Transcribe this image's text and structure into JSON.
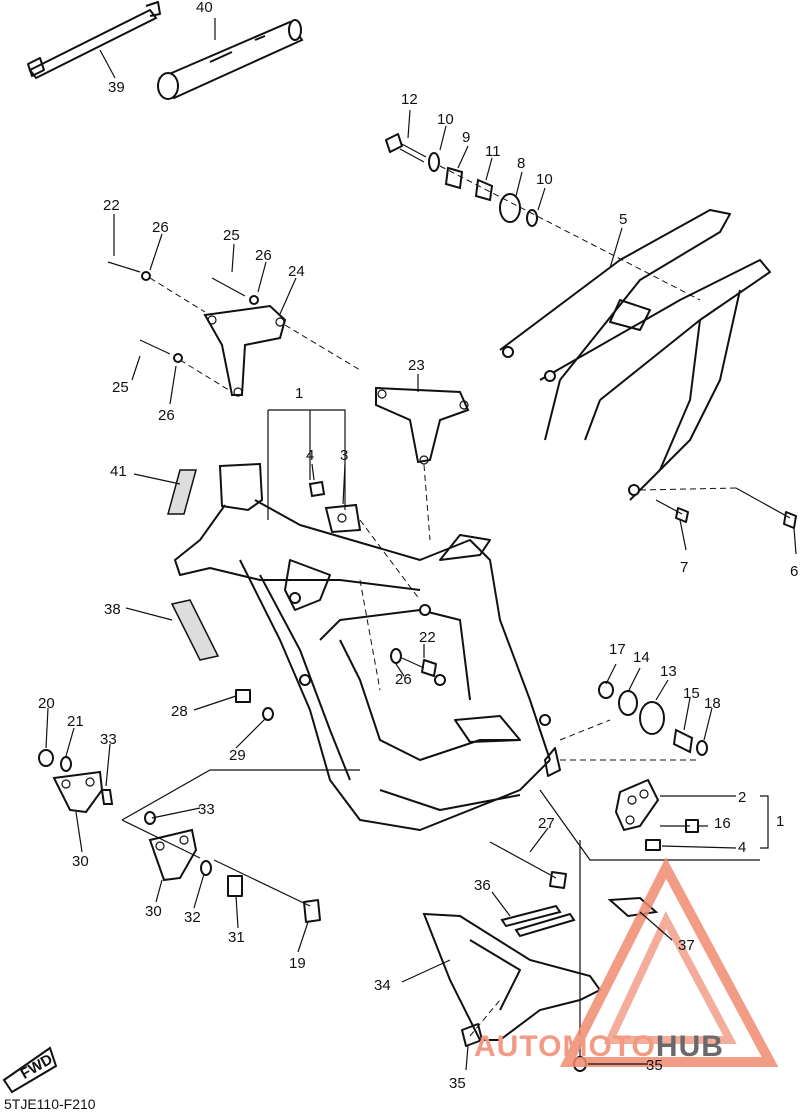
{
  "diagram_code": "5TJE110-F210",
  "fwd_label": "FWD",
  "watermark": {
    "part1": "AUTOMOTO",
    "part2": "HUB",
    "color_accent": "#e8452a",
    "color_dark": "#555555"
  },
  "callouts": [
    {
      "id": "c40",
      "text": "40"
    },
    {
      "id": "c39",
      "text": "39"
    },
    {
      "id": "c12",
      "text": "12"
    },
    {
      "id": "c10a",
      "text": "10"
    },
    {
      "id": "c9",
      "text": "9"
    },
    {
      "id": "c11",
      "text": "11"
    },
    {
      "id": "c8",
      "text": "8"
    },
    {
      "id": "c10b",
      "text": "10"
    },
    {
      "id": "c22a",
      "text": "22"
    },
    {
      "id": "c26a",
      "text": "26"
    },
    {
      "id": "c25a",
      "text": "25"
    },
    {
      "id": "c26b",
      "text": "26"
    },
    {
      "id": "c24",
      "text": "24"
    },
    {
      "id": "c5",
      "text": "5"
    },
    {
      "id": "c25b",
      "text": "25"
    },
    {
      "id": "c26c",
      "text": "26"
    },
    {
      "id": "c23",
      "text": "23"
    },
    {
      "id": "c1a",
      "text": "1"
    },
    {
      "id": "c4a",
      "text": "4"
    },
    {
      "id": "c3",
      "text": "3"
    },
    {
      "id": "c41",
      "text": "41"
    },
    {
      "id": "c7",
      "text": "7"
    },
    {
      "id": "c6",
      "text": "6"
    },
    {
      "id": "c38",
      "text": "38"
    },
    {
      "id": "c22b",
      "text": "22"
    },
    {
      "id": "c26d",
      "text": "26"
    },
    {
      "id": "c17",
      "text": "17"
    },
    {
      "id": "c14",
      "text": "14"
    },
    {
      "id": "c13",
      "text": "13"
    },
    {
      "id": "c15",
      "text": "15"
    },
    {
      "id": "c18",
      "text": "18"
    },
    {
      "id": "c20",
      "text": "20"
    },
    {
      "id": "c21",
      "text": "21"
    },
    {
      "id": "c33a",
      "text": "33"
    },
    {
      "id": "c28",
      "text": "28"
    },
    {
      "id": "c29",
      "text": "29"
    },
    {
      "id": "c2",
      "text": "2"
    },
    {
      "id": "c1b",
      "text": "1"
    },
    {
      "id": "c16",
      "text": "16"
    },
    {
      "id": "c4b",
      "text": "4"
    },
    {
      "id": "c33b",
      "text": "33"
    },
    {
      "id": "c30a",
      "text": "30"
    },
    {
      "id": "c27",
      "text": "27"
    },
    {
      "id": "c30b",
      "text": "30"
    },
    {
      "id": "c32",
      "text": "32"
    },
    {
      "id": "c31",
      "text": "31"
    },
    {
      "id": "c19",
      "text": "19"
    },
    {
      "id": "c36",
      "text": "36"
    },
    {
      "id": "c37",
      "text": "37"
    },
    {
      "id": "c34",
      "text": "34"
    },
    {
      "id": "c35a",
      "text": "35"
    },
    {
      "id": "c35b",
      "text": "35"
    }
  ]
}
